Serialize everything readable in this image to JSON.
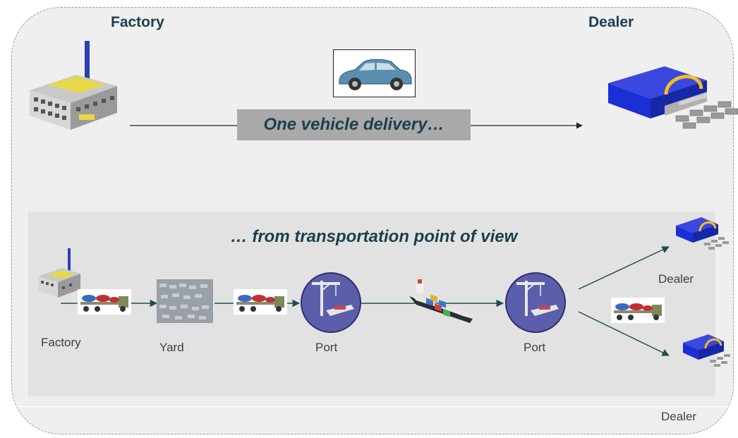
{
  "top": {
    "factory_heading": "Factory",
    "dealer_heading": "Dealer",
    "banner_text": "One vehicle delivery…"
  },
  "bottom": {
    "subtitle": "… from transportation point of view",
    "labels": {
      "factory": "Factory",
      "yard": "Yard",
      "port_1": "Port",
      "port_2": "Port",
      "dealer_1": "Dealer",
      "dealer_2": "Dealer"
    }
  },
  "icons": {
    "factory": "factory-icon",
    "dealer": "dealership-icon",
    "car": "car-icon",
    "truck": "car-carrier-truck-icon",
    "yard": "car-yard-icon",
    "port": "port-crane-icon",
    "ship": "container-ship-icon"
  },
  "colors": {
    "heading": "#1c3f4e",
    "arrow": "#1f4e4e",
    "port_circle": "#5b5eaa",
    "dealer_blue": "#1b2fd6"
  }
}
